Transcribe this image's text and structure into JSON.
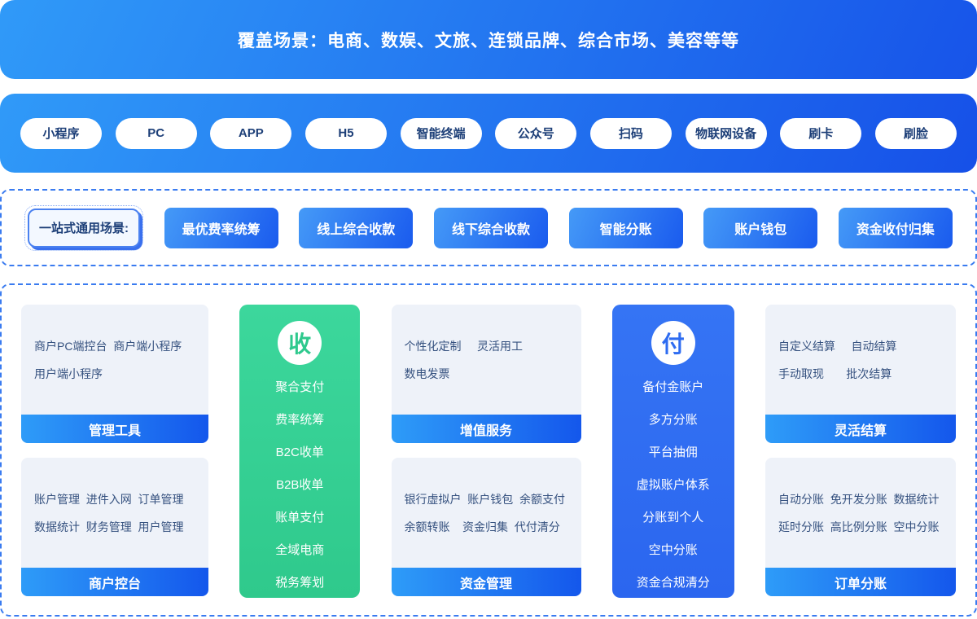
{
  "banner": {
    "title": "覆盖场景：电商、数娱、文旅、连锁品牌、综合市场、美容等等"
  },
  "channels": {
    "items": [
      "小程序",
      "PC",
      "APP",
      "H5",
      "智能终端",
      "公众号",
      "扫码",
      "物联网设备",
      "刷卡",
      "刷脸"
    ]
  },
  "scenarios": {
    "label": "一站式通用场景:",
    "buttons": [
      "最优费率统筹",
      "线上综合收款",
      "线下综合收款",
      "智能分账",
      "账户钱包",
      "资金收付归集"
    ]
  },
  "matrix": {
    "columns": [
      {
        "cards": [
          {
            "lines": [
              "商户PC端控台  商户端小程序",
              "用户端小程序"
            ],
            "label": "管理工具"
          },
          {
            "lines": [
              "账户管理  进件入网  订单管理",
              "数据统计  财务管理  用户管理"
            ],
            "label": "商户控台"
          }
        ]
      },
      {
        "icon": "收",
        "items": [
          "聚合支付",
          "费率统筹",
          "B2C收单",
          "B2B收单",
          "账单支付",
          "全域电商",
          "税务筹划"
        ]
      },
      {
        "cards": [
          {
            "lines": [
              "个性化定制     灵活用工",
              "数电发票"
            ],
            "label": "增值服务"
          },
          {
            "lines": [
              "银行虚拟户  账户钱包  余额支付",
              "余额转账    资金归集  代付清分"
            ],
            "label": "资金管理"
          }
        ]
      },
      {
        "icon": "付",
        "items": [
          "备付金账户",
          "多方分账",
          "平台抽佣",
          "虚拟账户体系",
          "分账到个人",
          "空中分账",
          "资金合规清分"
        ]
      },
      {
        "cards": [
          {
            "lines": [
              "自定义结算     自动结算",
              "手动取现       批次结算"
            ],
            "label": "灵活结算"
          },
          {
            "lines": [
              "自动分账  免开发分账  数据统计",
              "延时分账  高比例分账  空中分账"
            ],
            "label": "订单分账"
          }
        ]
      }
    ]
  },
  "colors": {
    "banner_gradient_start": "#309af8",
    "banner_gradient_end": "#1754e9",
    "button_gradient_start": "#459af7",
    "button_gradient_end": "#1a5bee",
    "label_bar_gradient_start": "#2e9cf8",
    "label_bar_gradient_end": "#1457ec",
    "dashed_border": "#3a7bf0",
    "pill_text": "#1d3f78",
    "card_bg": "#eef2f9",
    "card_text": "#35517f",
    "green_pillar": "#33d096",
    "blue_pillar": "#2e6cf1"
  }
}
